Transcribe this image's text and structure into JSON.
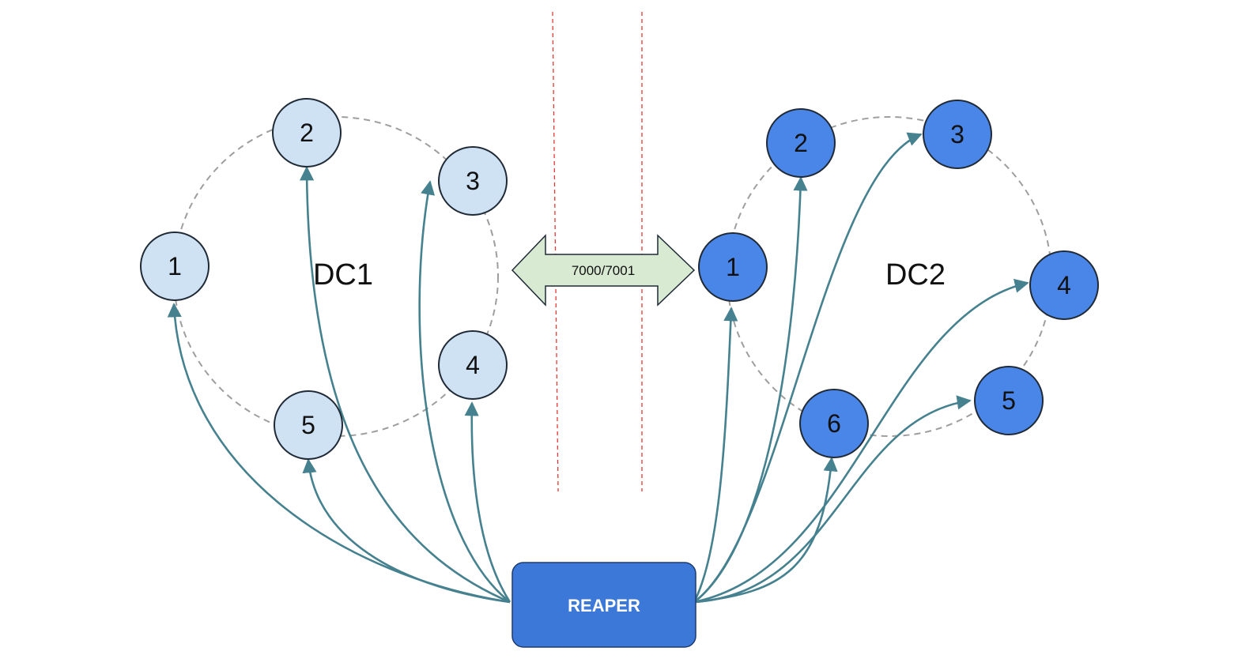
{
  "datacenters": [
    {
      "label": "DC1",
      "nodes": [
        {
          "label": "1"
        },
        {
          "label": "2"
        },
        {
          "label": "3"
        },
        {
          "label": "4"
        },
        {
          "label": "5"
        }
      ]
    },
    {
      "label": "DC2",
      "nodes": [
        {
          "label": "1"
        },
        {
          "label": "2"
        },
        {
          "label": "3"
        },
        {
          "label": "4"
        },
        {
          "label": "5"
        },
        {
          "label": "6"
        }
      ]
    }
  ],
  "link": {
    "label": "7000/7001"
  },
  "reaper": {
    "label": "REAPER"
  },
  "colors": {
    "dc1_node_fill": "#cfe2f3",
    "dc2_node_fill": "#4a86e8",
    "connection": "#45818e",
    "ring": "#9e9e9e",
    "separator": "#e53935",
    "link_arrow_fill": "#d9ead3",
    "reaper_fill": "#3c78d8"
  }
}
